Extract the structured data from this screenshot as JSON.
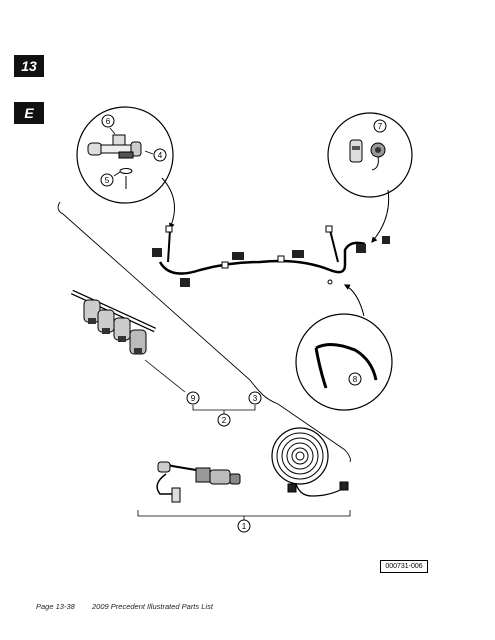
{
  "header": {
    "chapter_tab": "13",
    "section_tab": "E"
  },
  "diagram": {
    "callouts": [
      "1",
      "2",
      "3",
      "4",
      "5",
      "6",
      "7",
      "8",
      "9"
    ],
    "figure_reference": "000731-006"
  },
  "footer": {
    "page_number": "Page 13-38",
    "document_title": "2009 Precedent Illustrated Parts List"
  }
}
